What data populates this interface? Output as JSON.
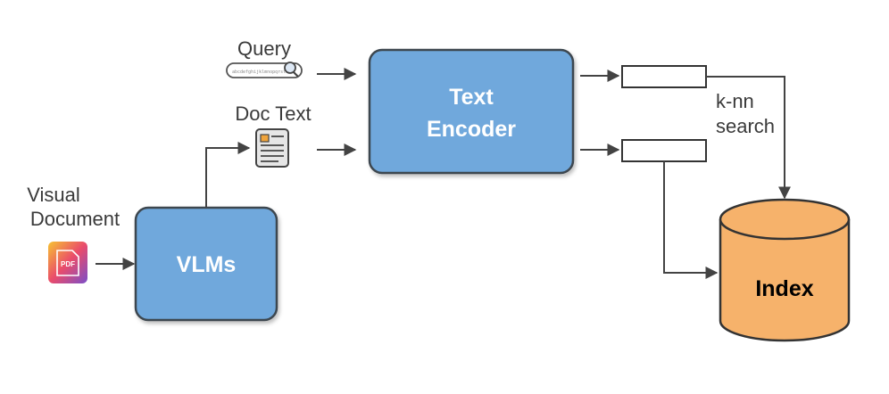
{
  "query": {
    "label": "Query",
    "search_bar_text": "abcdefghijklmnopqrstuv"
  },
  "doc_text": {
    "label": "Doc Text"
  },
  "visual_document": {
    "label_line1": "Visual",
    "label_line2": "Document",
    "icon_text": "PDF"
  },
  "vlms": {
    "label": "VLMs"
  },
  "text_encoder": {
    "label_line1": "Text",
    "label_line2": "Encoder"
  },
  "knn": {
    "label_line1": "k-nn",
    "label_line2": "search"
  },
  "index": {
    "label": "Index"
  },
  "colors": {
    "box_fill": "#6fa8dc",
    "box_stroke": "#3d4650",
    "index_fill": "#f6b26b",
    "arrow": "#434343",
    "pdf_gradient": [
      "#f7c331",
      "#ea4c6b",
      "#7b4fc9"
    ]
  }
}
